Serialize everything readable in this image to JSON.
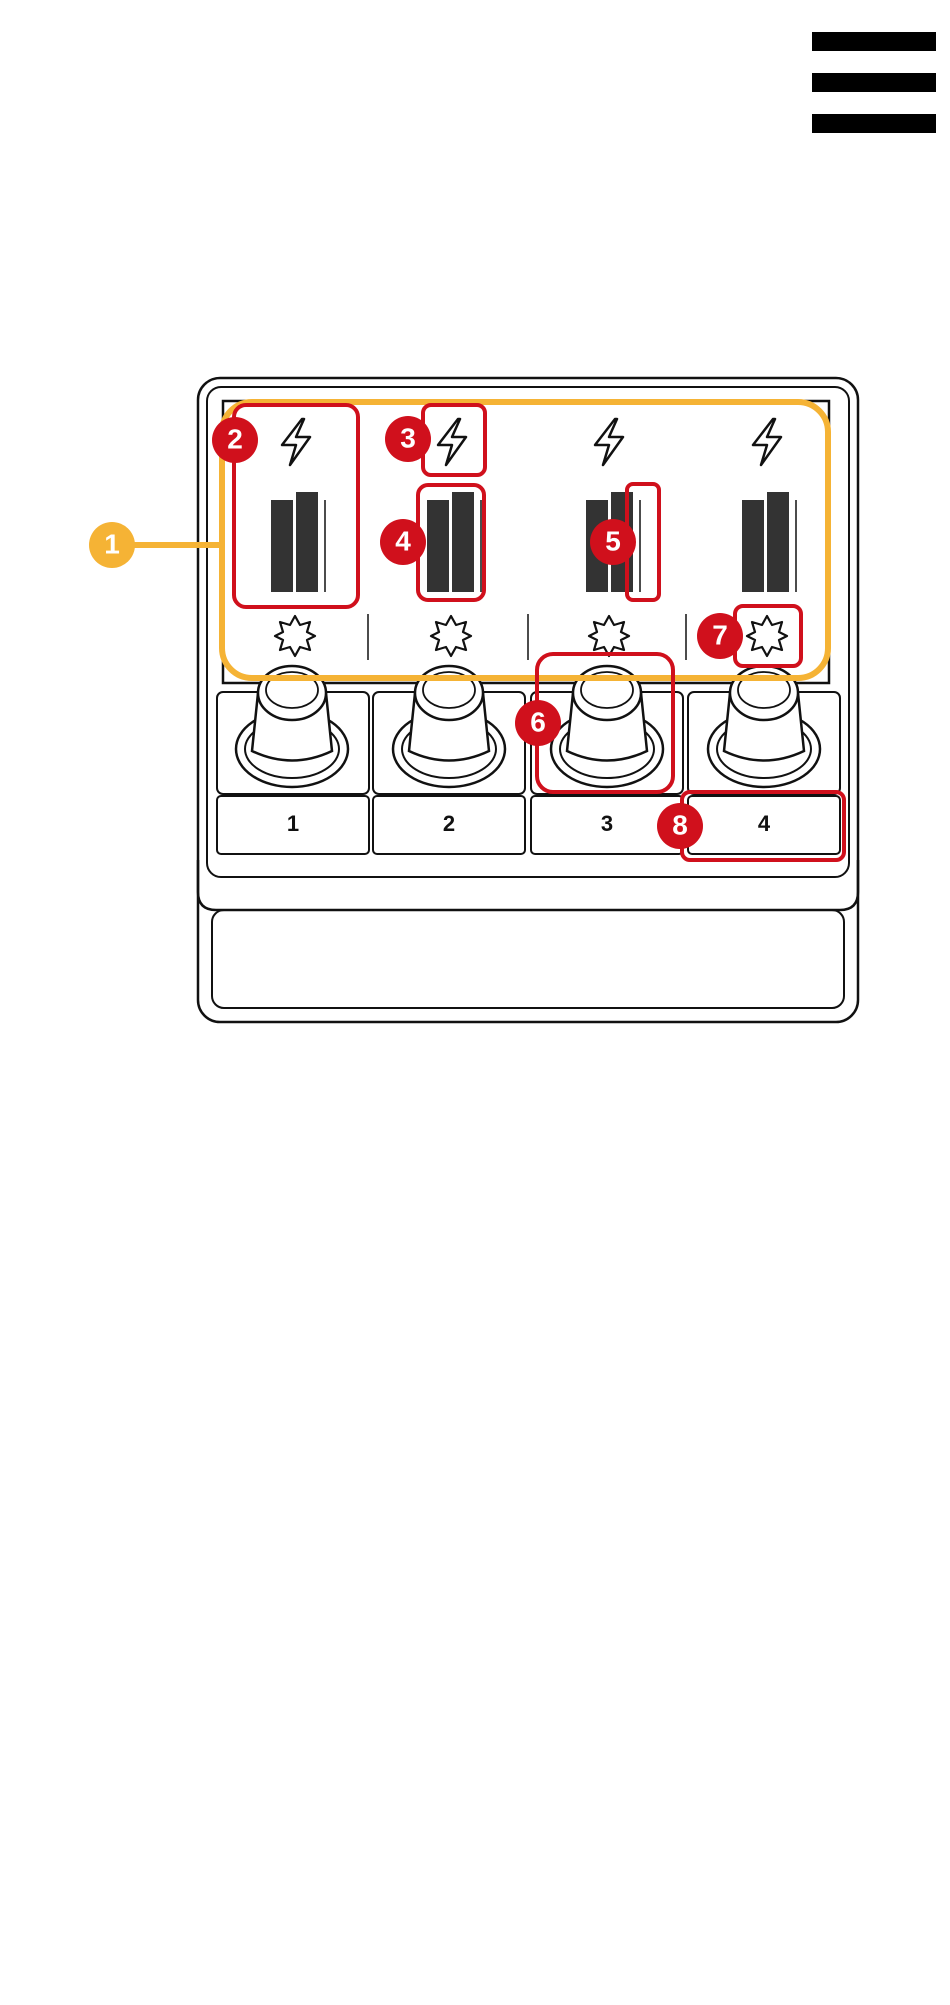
{
  "menu": {
    "icon": "hamburger-menu-icon"
  },
  "colors": {
    "callout_red": "#D0101C",
    "callout_orange": "#F5B335",
    "outline": "#111111",
    "meter_bar": "#333333",
    "background": "#ffffff"
  },
  "channels": [
    {
      "label": "1",
      "icons": [
        "lightning-icon",
        "level-meter-icon",
        "gear-icon",
        "knob-icon"
      ]
    },
    {
      "label": "2",
      "icons": [
        "lightning-icon",
        "level-meter-icon",
        "gear-icon",
        "knob-icon"
      ]
    },
    {
      "label": "3",
      "icons": [
        "lightning-icon",
        "level-meter-icon",
        "gear-icon",
        "knob-icon"
      ]
    },
    {
      "label": "4",
      "icons": [
        "lightning-icon",
        "level-meter-icon",
        "gear-icon",
        "knob-icon"
      ]
    }
  ],
  "callouts": [
    {
      "number": "1",
      "color": "#F5B335"
    },
    {
      "number": "2",
      "color": "#D0101C"
    },
    {
      "number": "3",
      "color": "#D0101C"
    },
    {
      "number": "4",
      "color": "#D0101C"
    },
    {
      "number": "5",
      "color": "#D0101C"
    },
    {
      "number": "6",
      "color": "#D0101C"
    },
    {
      "number": "7",
      "color": "#D0101C"
    },
    {
      "number": "8",
      "color": "#D0101C"
    }
  ]
}
